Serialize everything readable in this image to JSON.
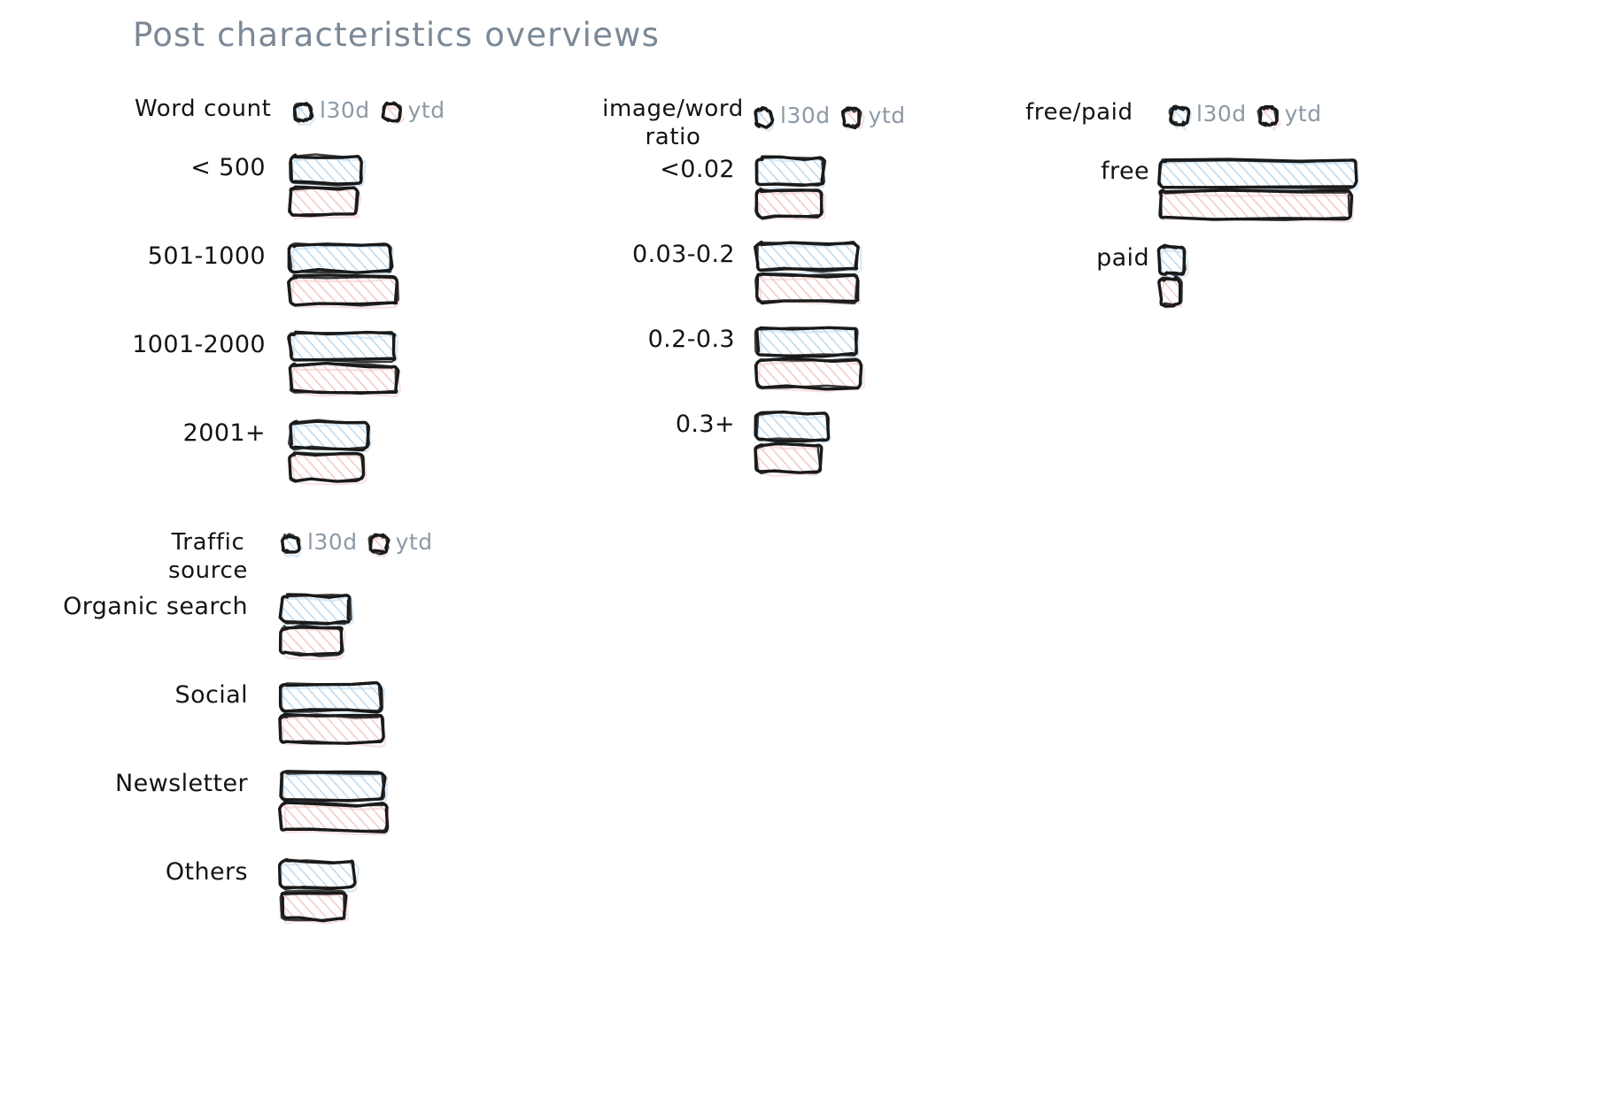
{
  "page": {
    "title": "Post characteristics overviews"
  },
  "legend": {
    "series_1_label": "l30d",
    "series_2_label": "ytd",
    "series_1_color": "#bcd9ee",
    "series_2_color": "#f3c9c9",
    "outline_color": "#1a1a1a"
  },
  "panels": {
    "word_count": {
      "title": "Word count",
      "legend": {
        "s1": "l30d",
        "s2": "ytd"
      }
    },
    "image_ratio": {
      "title": "image/word\nratio",
      "legend": {
        "s1": "l30d",
        "s2": "ytd"
      }
    },
    "free_paid": {
      "title": "free/paid",
      "legend": {
        "s1": "l30d",
        "s2": "ytd"
      }
    },
    "traffic": {
      "title": "Traffic\nsource",
      "legend": {
        "s1": "l30d",
        "s2": "ytd"
      }
    }
  },
  "chart_data": [
    {
      "id": "word_count",
      "type": "bar",
      "orientation": "horizontal",
      "title": "Word count",
      "xlabel": "",
      "ylabel": "",
      "grid": false,
      "legend_position": "top-right",
      "categories": [
        "< 500",
        "501-1000",
        "1001-2000",
        "2001+"
      ],
      "series": [
        {
          "name": "l30d",
          "color": "#bcd9ee",
          "values": [
            80,
            113,
            118,
            87
          ]
        },
        {
          "name": "ytd",
          "color": "#f3c9c9",
          "values": [
            75,
            120,
            120,
            81
          ]
        }
      ],
      "xlim": [
        0,
        130
      ]
    },
    {
      "id": "image_ratio",
      "type": "bar",
      "orientation": "horizontal",
      "title": "image/word ratio",
      "xlabel": "",
      "ylabel": "",
      "grid": false,
      "legend_position": "top-right",
      "categories": [
        "<0.02",
        "0.03-0.2",
        "0.2-0.3",
        "0.3+"
      ],
      "series": [
        {
          "name": "l30d",
          "color": "#bcd9ee",
          "values": [
            75,
            113,
            113,
            80
          ]
        },
        {
          "name": "ytd",
          "color": "#f3c9c9",
          "values": [
            72,
            113,
            117,
            71
          ]
        }
      ],
      "xlim": [
        0,
        130
      ]
    },
    {
      "id": "free_paid",
      "type": "bar",
      "orientation": "horizontal",
      "title": "free/paid",
      "xlabel": "",
      "ylabel": "",
      "grid": false,
      "legend_position": "top-right",
      "categories": [
        "free",
        "paid"
      ],
      "series": [
        {
          "name": "l30d",
          "color": "#bcd9ee",
          "values": [
            220,
            28
          ]
        },
        {
          "name": "ytd",
          "color": "#f3c9c9",
          "values": [
            215,
            23
          ]
        }
      ],
      "xlim": [
        0,
        230
      ]
    },
    {
      "id": "traffic",
      "type": "bar",
      "orientation": "horizontal",
      "title": "Traffic source",
      "xlabel": "",
      "ylabel": "",
      "grid": false,
      "legend_position": "top-right",
      "categories": [
        "Organic search",
        "Social",
        "Newsletter",
        "Others"
      ],
      "series": [
        {
          "name": "l30d",
          "color": "#bcd9ee",
          "values": [
            77,
            112,
            115,
            82
          ]
        },
        {
          "name": "ytd",
          "color": "#f3c9c9",
          "values": [
            68,
            115,
            119,
            72
          ]
        }
      ],
      "xlim": [
        0,
        130
      ]
    }
  ]
}
